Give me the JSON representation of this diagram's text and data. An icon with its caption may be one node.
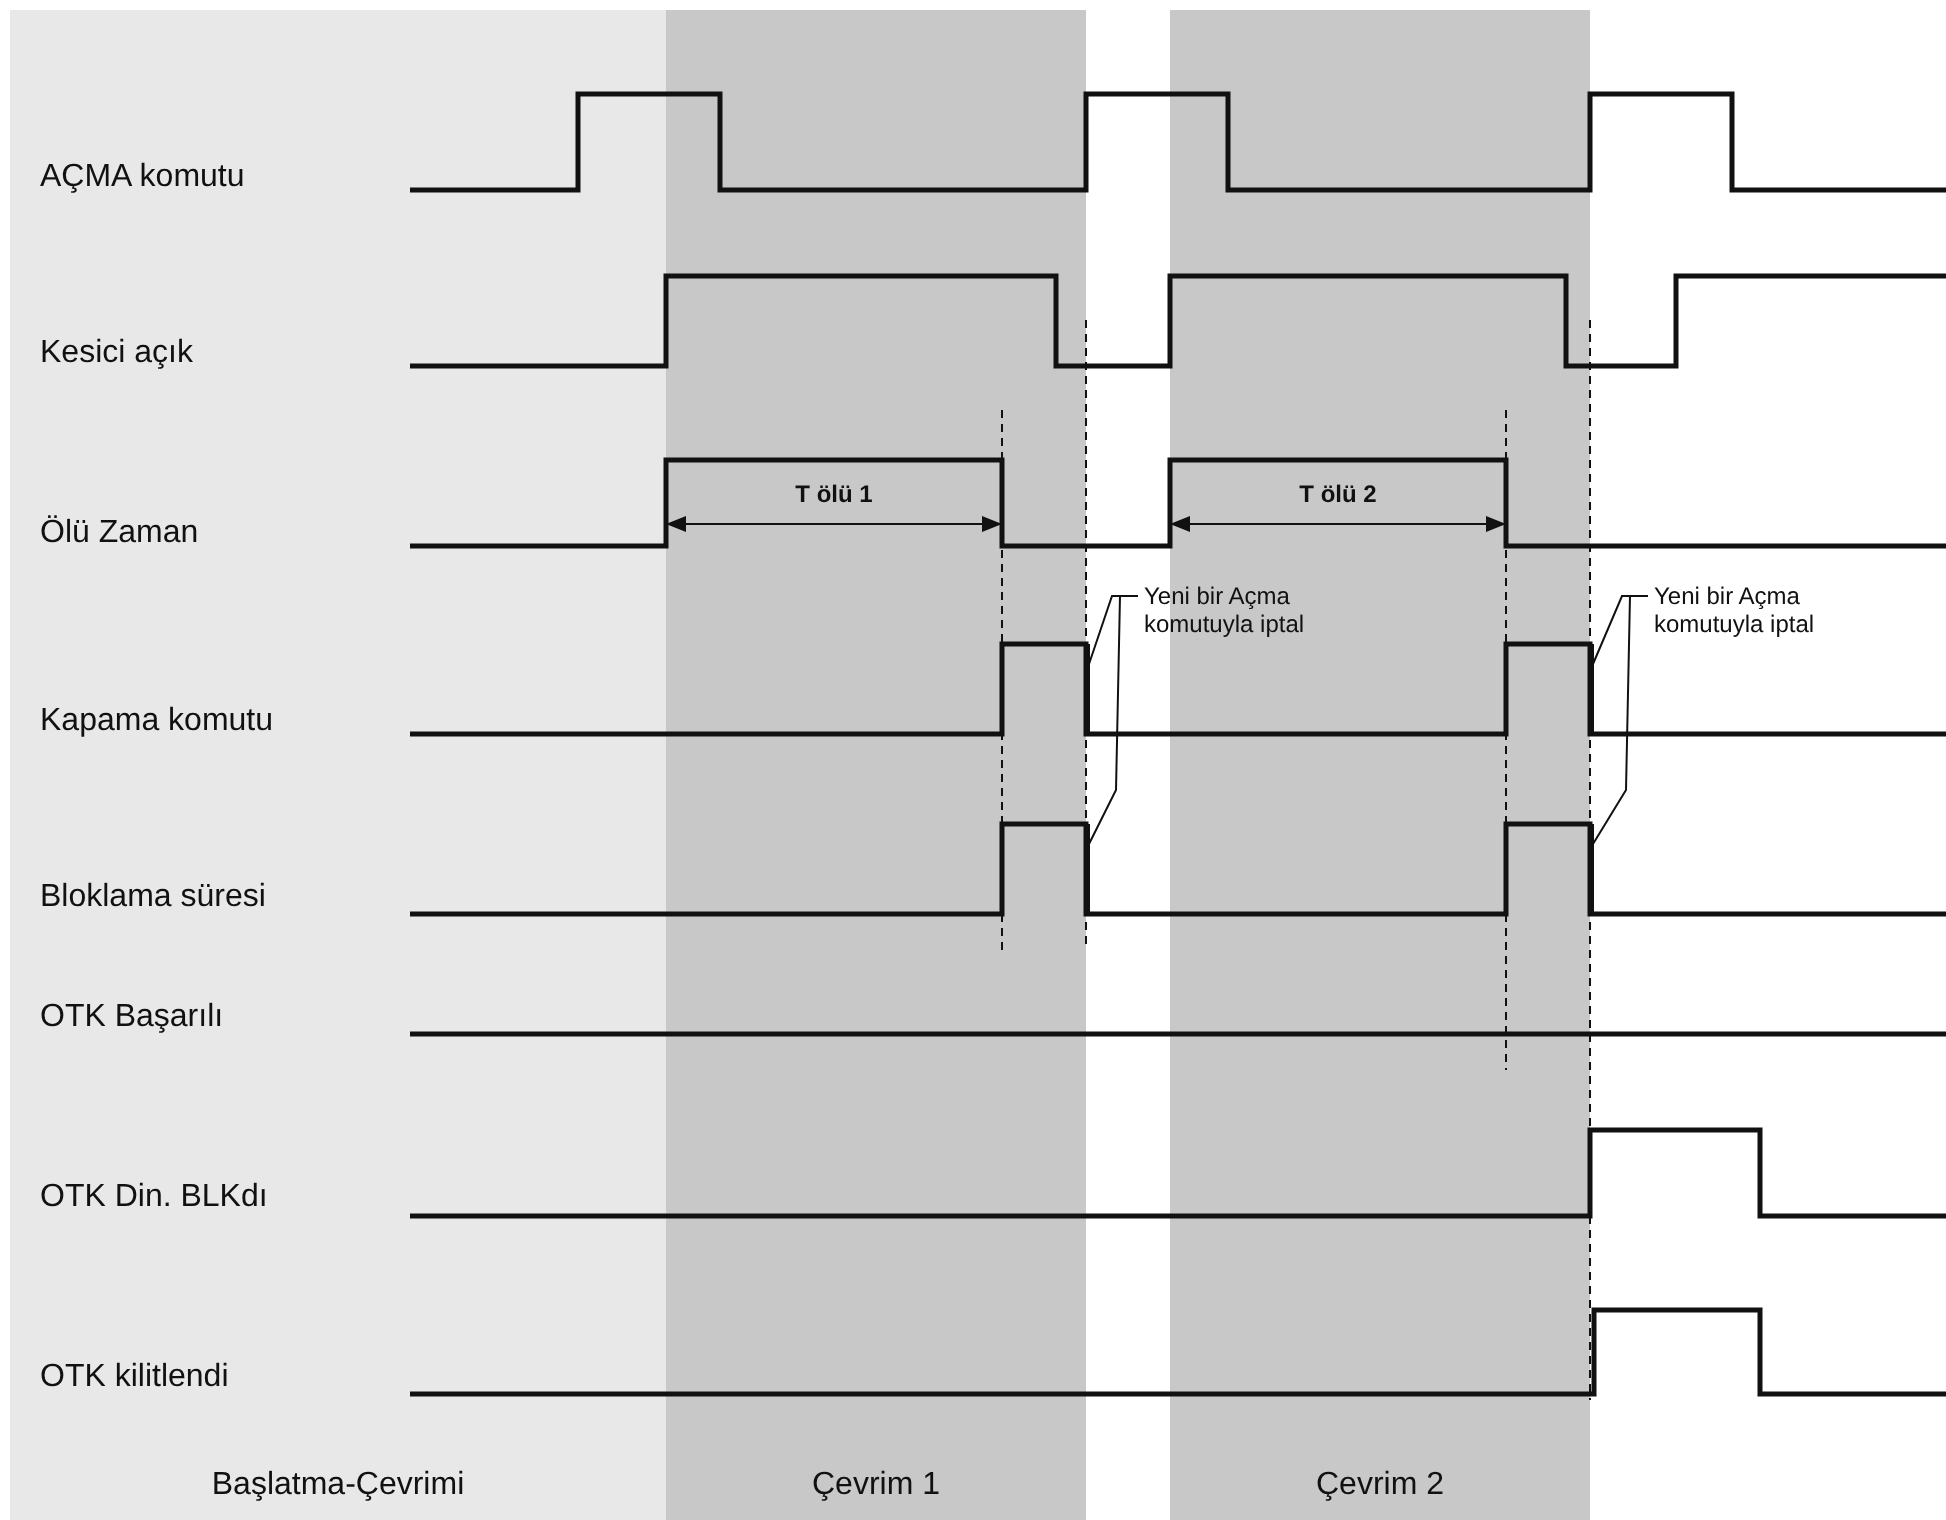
{
  "diagram": {
    "nodes": [
      {
        "text": [
          "Başlatma-Çevrimi"
        ]
      },
      {
        "text": [
          "Çevrim 1"
        ]
      },
      {
        "text": [
          "Çevrim 2"
        ]
      },
      {
        "text": [
          "Yeni bir Açma komutuyla iptal"
        ]
      },
      {
        "text": [
          "Yeni bir Açma komutuyla iptal"
        ]
      },
      {
        "text": [],
        "shape": "bar"
      },
      {
        "text": [],
        "shape": "bar"
      },
      {
        "text": [],
        "shape": "bar"
      },
      {
        "text": [],
        "shape": "bar"
      }
    ],
    "edges": [
      {
        "from": 3,
        "to": 5,
        "arrow": "none"
      },
      {
        "from": 3,
        "to": 6,
        "arrow": "none"
      },
      {
        "from": 4,
        "to": 7,
        "arrow": "none"
      },
      {
        "from": 4,
        "to": 8,
        "arrow": "none"
      }
    ],
    "labels": [
      "AÇMA komutu",
      "Kesici açık",
      "T ölü 1",
      "T ölü 2",
      "Ölü Zaman",
      "Kapama komutu",
      "Bloklama süresi",
      "OTK Başarılı",
      "OTK Din. BLKdı",
      "OTK kilitlendi"
    ]
  }
}
